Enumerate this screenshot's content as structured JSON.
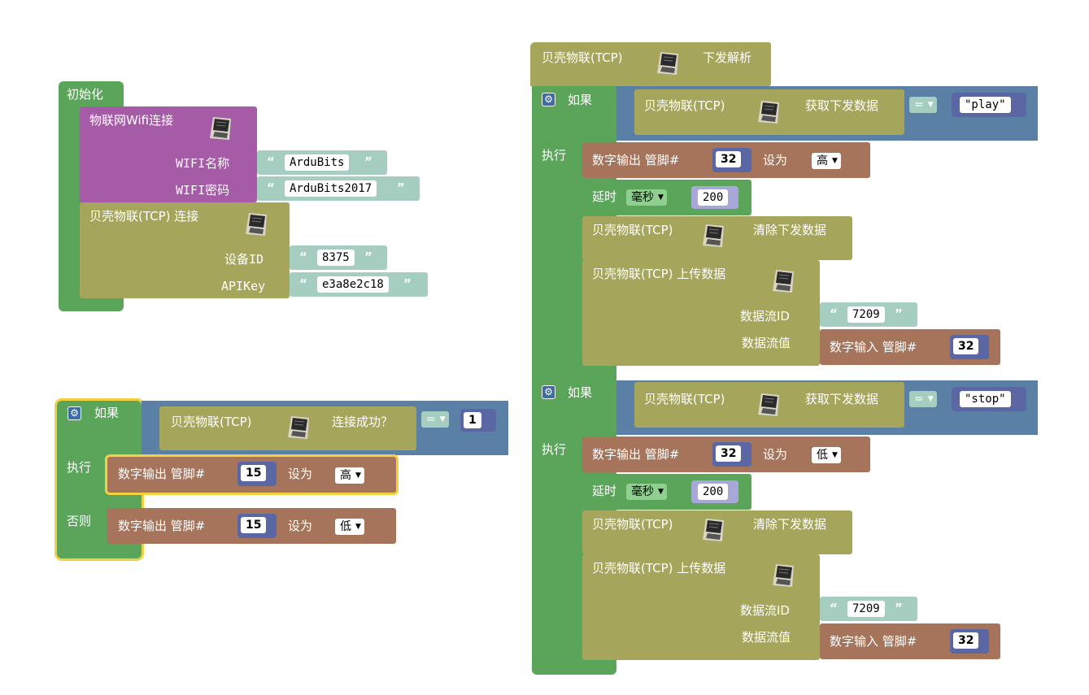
{
  "colors": {
    "logic": "#5ba55b",
    "wifi": "#a55ba5",
    "iot": "#a5a55b",
    "condition": "#5b80a5",
    "io": "#a5745b",
    "text": "#a5cdc0",
    "number": "#5b67a5"
  },
  "icons": {
    "chip": "esp-module-icon",
    "gear": "gear-icon"
  },
  "init": {
    "title": "初始化",
    "wifi": {
      "title": "物联网Wifi连接",
      "ssid_label": "WIFI名称",
      "ssid": "ArduBits",
      "pwd_label": "WIFI密码",
      "pwd": "ArduBits2017"
    },
    "connect": {
      "title": "贝壳物联(TCP) 连接",
      "id_label": "设备ID",
      "id": "8375",
      "key_label": "APIKey",
      "key": "e3a8e2c18"
    }
  },
  "if_block": {
    "if_label": "如果",
    "cond_text": "贝壳物联(TCP)",
    "cond_action": "连接成功？",
    "op": "=",
    "value": "1",
    "do_label": "执行",
    "else_label": "否则",
    "do": {
      "text": "数字输出 管脚#",
      "pin": "15",
      "set": "设为",
      "level": "高"
    },
    "else": {
      "text": "数字输出 管脚#",
      "pin": "15",
      "set": "设为",
      "level": "低"
    }
  },
  "downlink": {
    "title_left": "贝壳物联(TCP)",
    "title_right": "下发解析",
    "branches": [
      {
        "if_label": "如果",
        "cond_text": "贝壳物联(TCP)",
        "cond_action": "获取下发数据",
        "op": "=",
        "value": "\"play\"",
        "do_label": "执行",
        "out": {
          "text": "数字输出 管脚#",
          "pin": "32",
          "set": "设为",
          "level": "高"
        },
        "delay": {
          "text": "延时",
          "unit": "毫秒",
          "ms": "200"
        },
        "clear": {
          "text": "贝壳物联(TCP)",
          "action": "清除下发数据"
        },
        "upload": {
          "text": "贝壳物联(TCP) 上传数据",
          "stream_id_label": "数据流ID",
          "stream_id": "7209",
          "stream_val_label": "数据流值",
          "input_text": "数字输入 管脚#",
          "input_pin": "32"
        }
      },
      {
        "if_label": "如果",
        "cond_text": "贝壳物联(TCP)",
        "cond_action": "获取下发数据",
        "op": "=",
        "value": "\"stop\"",
        "do_label": "执行",
        "out": {
          "text": "数字输出 管脚#",
          "pin": "32",
          "set": "设为",
          "level": "低"
        },
        "delay": {
          "text": "延时",
          "unit": "毫秒",
          "ms": "200"
        },
        "clear": {
          "text": "贝壳物联(TCP)",
          "action": "清除下发数据"
        },
        "upload": {
          "text": "贝壳物联(TCP) 上传数据",
          "stream_id_label": "数据流ID",
          "stream_id": "7209",
          "stream_val_label": "数据流值",
          "input_text": "数字输入 管脚#",
          "input_pin": "32"
        }
      }
    ]
  }
}
